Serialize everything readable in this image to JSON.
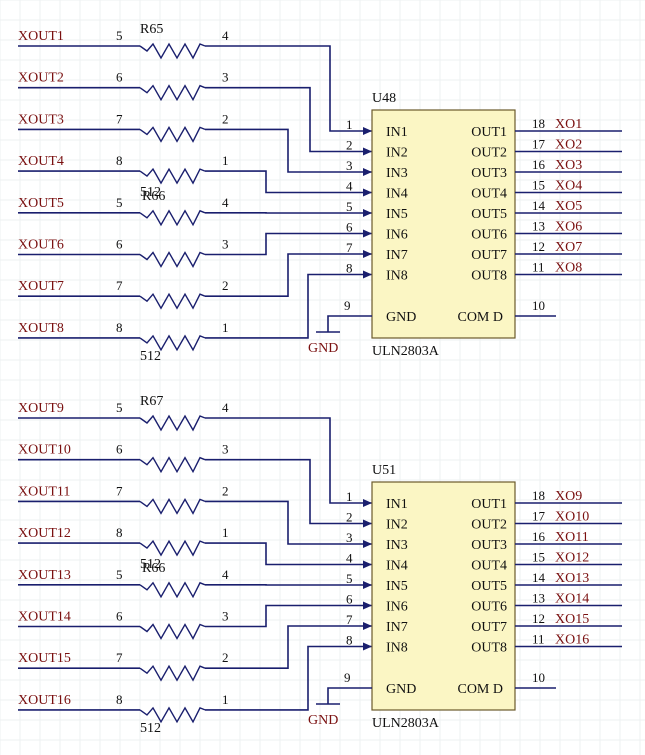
{
  "title": "",
  "colors": {
    "wire": "#1a1f6e",
    "net_label": "#7a1010",
    "chip_fill": "#fbf6c4"
  },
  "blocks": [
    {
      "chip_ref": "U48",
      "chip_part": "ULN2803A",
      "res_top_ref": "R65",
      "res_mid_ref": "R66",
      "res_mid_val": "512",
      "res_bot_val": "512",
      "inputs": [
        "XOUT1",
        "XOUT2",
        "XOUT3",
        "XOUT4",
        "XOUT5",
        "XOUT6",
        "XOUT7",
        "XOUT8"
      ],
      "outputs": [
        "XO1",
        "XO2",
        "XO3",
        "XO4",
        "XO5",
        "XO6",
        "XO7",
        "XO8"
      ],
      "gnd_label": "GND"
    },
    {
      "chip_ref": "U51",
      "chip_part": "ULN2803A",
      "res_top_ref": "R67",
      "res_mid_ref": "R66",
      "res_mid_val": "512",
      "res_bot_val": "512",
      "inputs": [
        "XOUT9",
        "XOUT10",
        "XOUT11",
        "XOUT12",
        "XOUT13",
        "XOUT14",
        "XOUT15",
        "XOUT16"
      ],
      "outputs": [
        "XO9",
        "XO10",
        "XO11",
        "XO12",
        "XO13",
        "XO14",
        "XO15",
        "XO16"
      ],
      "gnd_label": "GND"
    }
  ],
  "resistor_pins": {
    "left": [
      "5",
      "6",
      "7",
      "8",
      "5",
      "6",
      "7",
      "8"
    ],
    "right": [
      "4",
      "3",
      "2",
      "1",
      "4",
      "3",
      "2",
      "1"
    ]
  },
  "chip_pins": {
    "in_labels": [
      "IN1",
      "IN2",
      "IN3",
      "IN4",
      "IN5",
      "IN6",
      "IN7",
      "IN8"
    ],
    "out_labels": [
      "OUT1",
      "OUT2",
      "OUT3",
      "OUT4",
      "OUT5",
      "OUT6",
      "OUT7",
      "OUT8"
    ],
    "in_nums": [
      "1",
      "2",
      "3",
      "4",
      "5",
      "6",
      "7",
      "8"
    ],
    "out_nums": [
      "18",
      "17",
      "16",
      "15",
      "14",
      "13",
      "12",
      "11"
    ],
    "gnd_pin_label": "GND",
    "gnd_pin_num": "9",
    "comd_pin_label": "COM D",
    "comd_pin_num": "10"
  }
}
